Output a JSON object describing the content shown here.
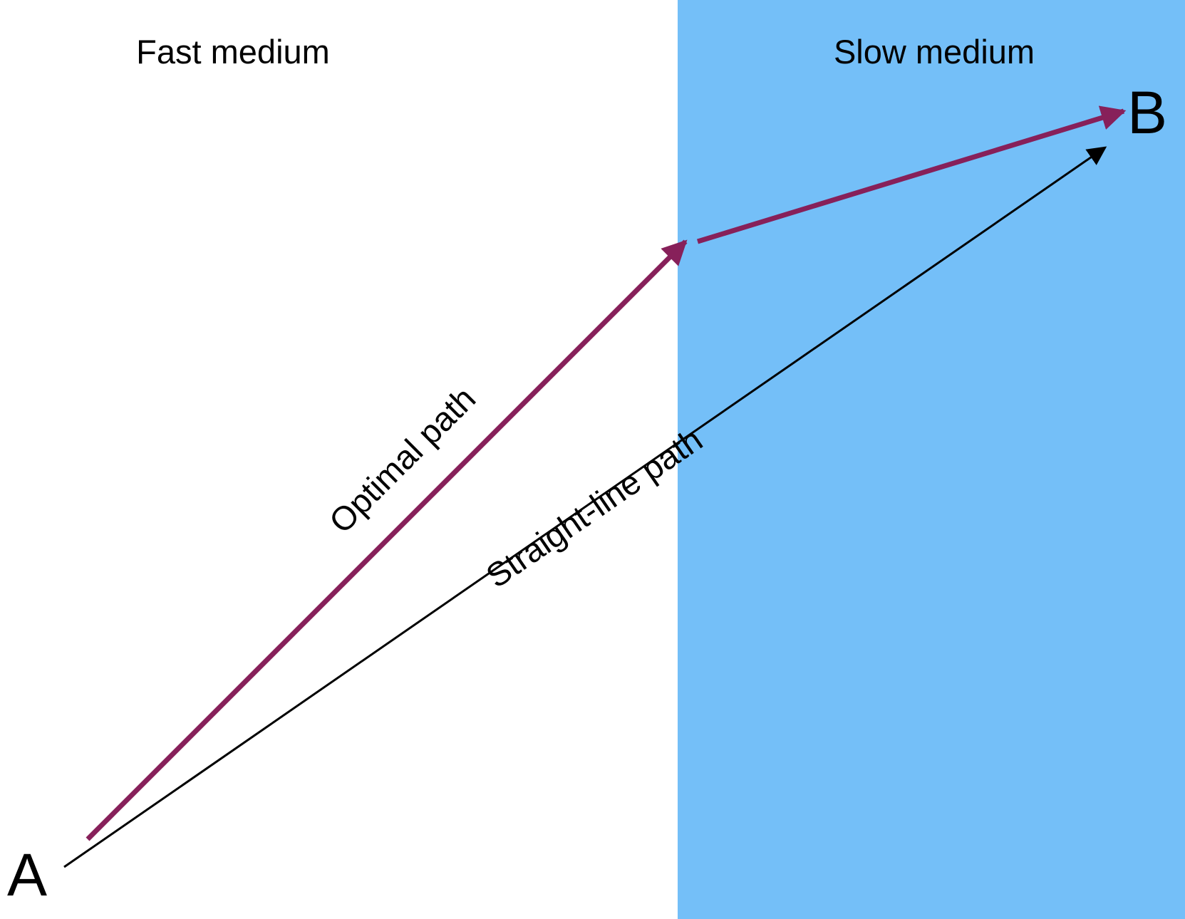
{
  "regions": {
    "fast": {
      "label": "Fast medium",
      "color": "#ffffff"
    },
    "slow": {
      "label": "Slow medium",
      "color": "#74bff8"
    }
  },
  "points": {
    "a": {
      "label": "A"
    },
    "b": {
      "label": "B"
    }
  },
  "paths": {
    "optimal": {
      "label": "Optimal path",
      "color": "#87205a"
    },
    "straight": {
      "label": "Straight-line path",
      "color": "#000000"
    }
  }
}
